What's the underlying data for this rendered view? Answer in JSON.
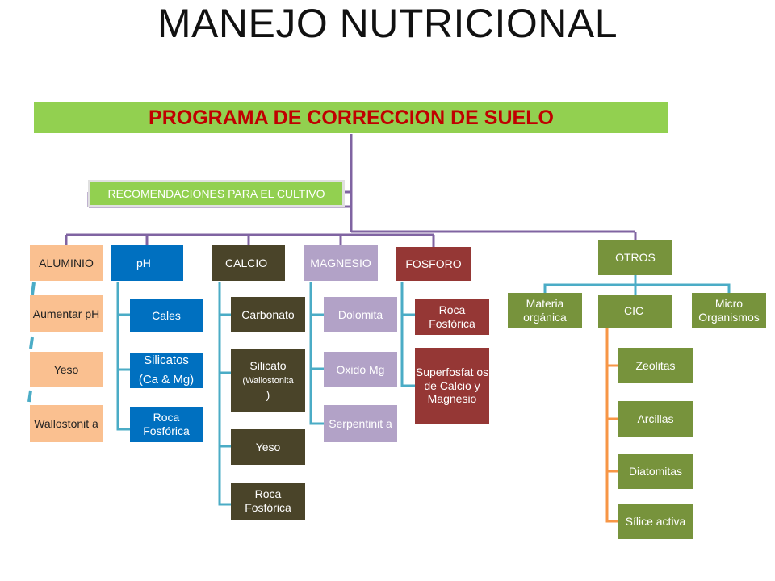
{
  "title": "MANEJO NUTRICIONAL",
  "root": {
    "label": "PROGRAMA DE CORRECCION DE SUELO"
  },
  "recommendation": {
    "label": "RECOMENDACIONES PARA EL CULTIVO"
  },
  "categories": {
    "aluminio": {
      "label": "ALUMINIO",
      "items": [
        "Aumentar pH",
        "Yeso",
        "Wallostonit a"
      ]
    },
    "ph": {
      "label": "pH",
      "items": [
        "Cales",
        "Silicatos",
        "(Ca & Mg)",
        "Roca Fosfórica"
      ]
    },
    "calcio": {
      "label": "CALCIO",
      "items": [
        "Carbonato",
        "Silicato",
        "(Wallostonita",
        ")",
        "Yeso",
        "Roca Fosfórica"
      ]
    },
    "magnesio": {
      "label": "MAGNESIO",
      "items": [
        "Dolomita",
        "Oxido Mg",
        "Serpentinit a"
      ]
    },
    "fosforo": {
      "label": "FOSFORO",
      "items": [
        "Roca Fosfórica",
        "Superfosfat os de Calcio y Magnesio"
      ]
    },
    "otros": {
      "label": "OTROS",
      "items": [
        "Materia orgánica",
        "CIC",
        "Micro Organismos"
      ],
      "cic_items": [
        "Zeolitas",
        "Arcillas",
        "Diatomitas",
        "Sílice activa"
      ]
    }
  },
  "colors": {
    "green": "#92d050",
    "root_text": "#c00000",
    "purple_line": "#8064a2",
    "aluminio": "#fac090",
    "ph": "#0070c0",
    "calcio": "#4a4429",
    "magnesio": "#b2a2c7",
    "fosforo": "#953735",
    "otros": "#77933c",
    "teal_line": "#4bacc6",
    "orange_line": "#f79646"
  }
}
